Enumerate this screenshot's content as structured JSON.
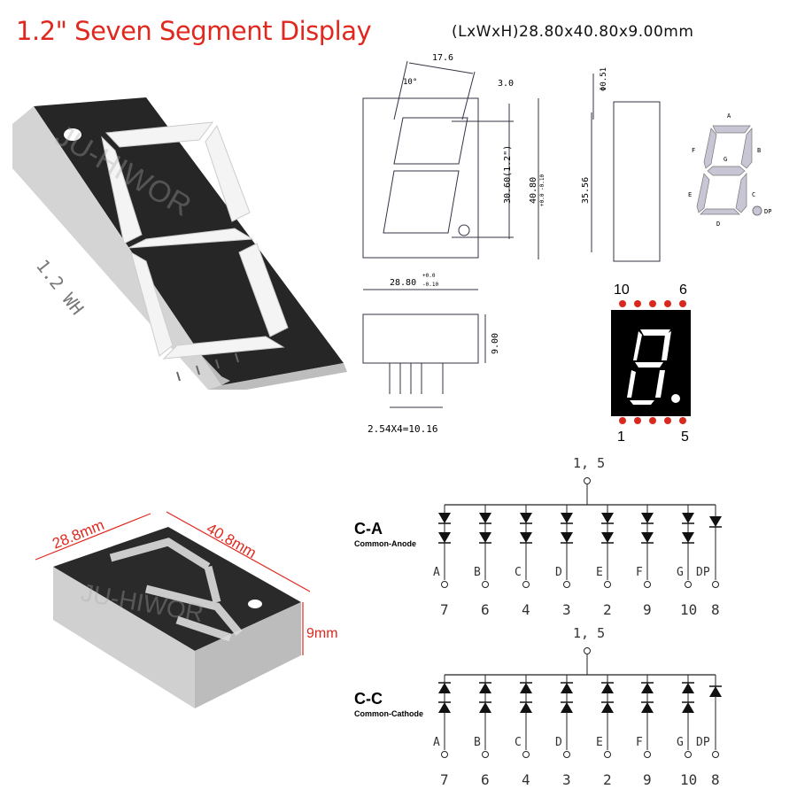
{
  "title": "1.2\" Seven Segment Display",
  "dimensions_text": "(LxWxH)28.80x40.80x9.00mm",
  "watermark": "JU-HIWOR",
  "photo_top": {
    "side_text": "1.2 WH"
  },
  "drawing": {
    "angle": "10°",
    "width_top": "17.6",
    "offset": "3.0",
    "digit_height": "30.60(1.2\")",
    "height": "40.80",
    "height_tol": "+0.0 -0.10",
    "width": "28.80",
    "width_tol_plus": "+0.0",
    "width_tol_minus": "-0.10",
    "pin_dia": "Φ0.51",
    "pin_span": "35.56",
    "thickness": "9.00",
    "pin_pitch": "2.54X4=10.16"
  },
  "segment_labels": [
    "A",
    "B",
    "C",
    "D",
    "E",
    "F",
    "G",
    "DP"
  ],
  "pinout": {
    "top_left": "10",
    "top_right": "6",
    "bottom_left": "1",
    "bottom_right": "5",
    "pin_color": "#d9281e"
  },
  "photo_bottom": {
    "length": "28.8mm",
    "width": "40.8mm",
    "height": "9mm",
    "dim_color": "#e0281e"
  },
  "circuits": [
    {
      "code": "C-A",
      "name": "Common-Anode",
      "common": "1, 5",
      "type": "anode"
    },
    {
      "code": "C-C",
      "name": "Common-Cathode",
      "common": "1, 5",
      "type": "cathode"
    }
  ],
  "pins": [
    {
      "seg": "A",
      "pin": "7",
      "leds": 2
    },
    {
      "seg": "B",
      "pin": "6",
      "leds": 2
    },
    {
      "seg": "C",
      "pin": "4",
      "leds": 2
    },
    {
      "seg": "D",
      "pin": "3",
      "leds": 2
    },
    {
      "seg": "E",
      "pin": "2",
      "leds": 2
    },
    {
      "seg": "F",
      "pin": "9",
      "leds": 2
    },
    {
      "seg": "G",
      "pin": "10",
      "leds": 2
    },
    {
      "seg": "DP",
      "pin": "8",
      "leds": 1
    }
  ]
}
